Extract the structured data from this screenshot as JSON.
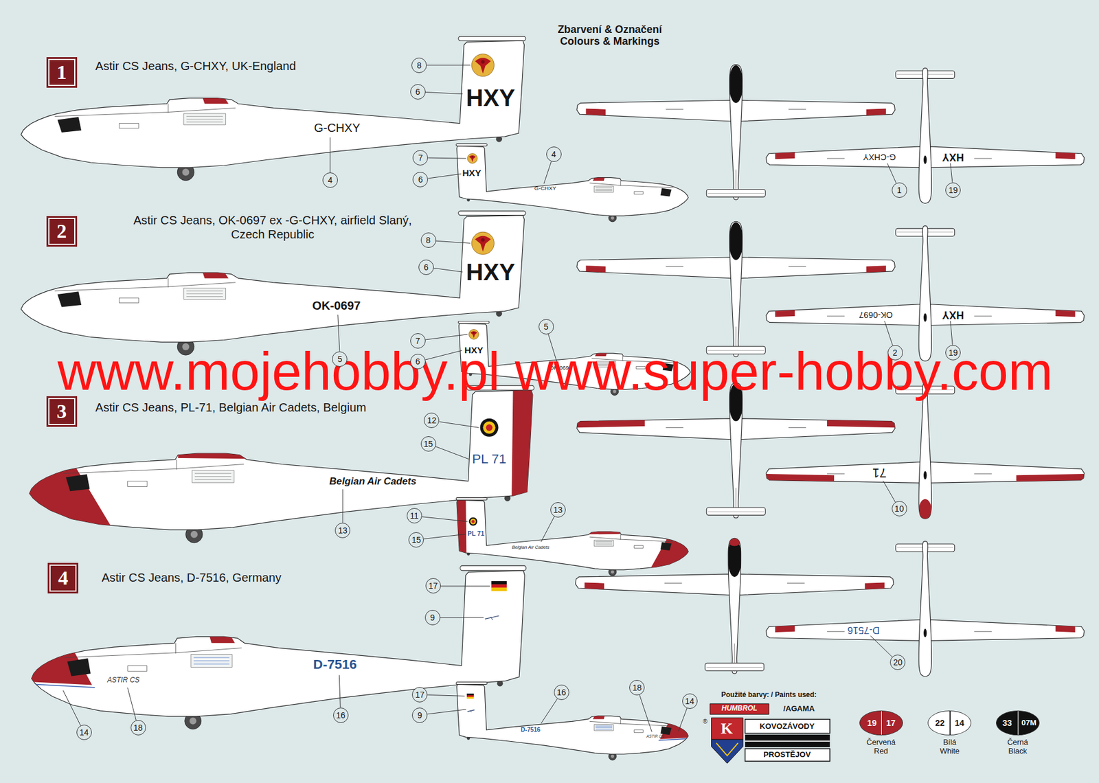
{
  "diagram": {
    "nodes": [
      {
        "text": [
          "1"
        ]
      },
      {
        "text": [
          "8"
        ]
      },
      {
        "text": [
          "6"
        ]
      },
      {
        "text": [
          "4"
        ]
      },
      {
        "text": [
          "7"
        ]
      },
      {
        "text": [
          "6"
        ]
      },
      {
        "text": [
          "4"
        ]
      },
      {
        "text": [
          "1"
        ]
      },
      {
        "text": [
          "19"
        ]
      },
      {
        "text": [
          "2"
        ]
      },
      {
        "text": [
          "8"
        ]
      },
      {
        "text": [
          "6"
        ]
      },
      {
        "text": [
          "7"
        ]
      },
      {
        "text": [
          "5"
        ]
      },
      {
        "text": [
          "5"
        ]
      },
      {
        "text": [
          "6"
        ]
      },
      {
        "text": [
          "2"
        ]
      },
      {
        "text": [
          "19"
        ]
      },
      {
        "text": [
          "3"
        ]
      },
      {
        "text": [
          "12"
        ]
      },
      {
        "text": [
          "15"
        ]
      },
      {
        "text": [
          "11"
        ]
      },
      {
        "text": [
          "13"
        ]
      },
      {
        "text": [
          "13"
        ]
      },
      {
        "text": [
          "15"
        ]
      },
      {
        "text": [
          "10"
        ]
      },
      {
        "text": [
          "4"
        ]
      },
      {
        "text": [
          "17"
        ]
      },
      {
        "text": [
          "9"
        ]
      },
      {
        "text": [
          "16"
        ]
      },
      {
        "text": [
          "17"
        ]
      },
      {
        "text": [
          "18"
        ]
      },
      {
        "text": [
          "14"
        ]
      },
      {
        "text": [
          "16"
        ]
      },
      {
        "text": [
          "9"
        ]
      },
      {
        "text": [
          "20"
        ]
      },
      {
        "text": [
          "18"
        ]
      },
      {
        "text": [
          "14"
        ]
      }
    ],
    "labels": [
      "Zbarvení & Označení",
      "Colours & Markings",
      "Astir CS Jeans, G-CHXY, UK-England",
      "HXY",
      "G-CHXY",
      "HXY",
      "G-CHXY",
      "G-CHXY",
      "HXY",
      "Astir CS Jeans, OK-0697 ex -G-CHXY, airfield Slaný, Czech Republic",
      "HXY",
      "OK-0697",
      "HXY",
      "OK-0697",
      "OK-0697",
      "HXY",
      "www.mojehobby.pl www.super-hobby.com",
      "Astir CS Jeans, PL-71, Belgian Air Cadets, Belgium",
      "PL 71",
      "Belgian Air Cadets",
      "PL 71",
      "Belgian Air Cadets",
      "71",
      "Astir CS Jeans, D-7516, Germany",
      "D-7516",
      "ASTIR CS",
      "D-7516",
      "ASTIR CS",
      "D-7516",
      "Použité barvy: / Paints used:",
      "HUMBROL",
      "/AGAMA",
      "K",
      "KOVOZÁVODY",
      "PROSTĚJOV",
      "19",
      "17",
      "22",
      "14",
      "33",
      "07M",
      "®"
    ],
    "legend": [
      {
        "text": "Červená Red",
        "color": "#a8232b"
      },
      {
        "text": "Bílá White",
        "color": "#ffffff"
      },
      {
        "text": "Černá Black",
        "color": "#111111"
      }
    ]
  }
}
